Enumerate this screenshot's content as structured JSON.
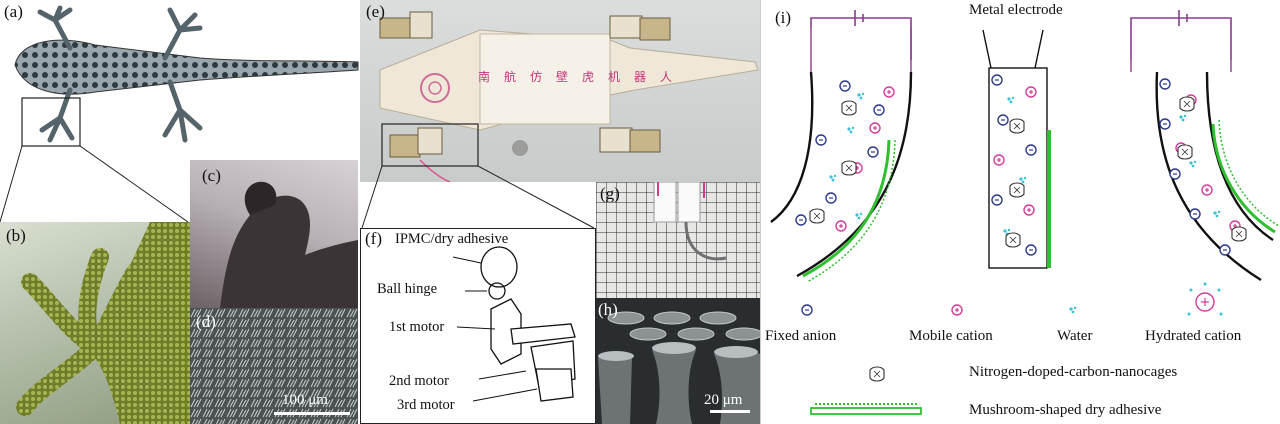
{
  "panels": {
    "a": {
      "label": "(a)"
    },
    "b": {
      "label": "(b)"
    },
    "c": {
      "label": "(c)"
    },
    "d": {
      "label": "(d)",
      "scale": "100 μm"
    },
    "e": {
      "label": "(e)",
      "chinese": "南航仿壁虎机器人"
    },
    "f": {
      "label": "(f)",
      "parts": [
        "IPMC/dry adhesive",
        "Ball hinge",
        "1st motor",
        "2nd motor",
        "3rd motor"
      ]
    },
    "g": {
      "label": "(g)"
    },
    "h": {
      "label": "(h)",
      "scale": "20 μm"
    },
    "i": {
      "label": "(i)",
      "electrode_title": "Metal electrode",
      "legend": {
        "fixed_anion": "Fixed anion",
        "mobile_cation": "Mobile cation",
        "water": "Water",
        "hydrated_cation": "Hydrated cation",
        "nanocages": "Nitrogen-doped-carbon-nanocages",
        "dry_adhesive": "Mushroom-shaped dry adhesive"
      }
    }
  },
  "colors": {
    "anion": "#2b3a8a",
    "cation": "#d23c9a",
    "water": "#3cc2d6",
    "adhesive": "#2fbf2f",
    "wire": "#8a3c8f"
  }
}
